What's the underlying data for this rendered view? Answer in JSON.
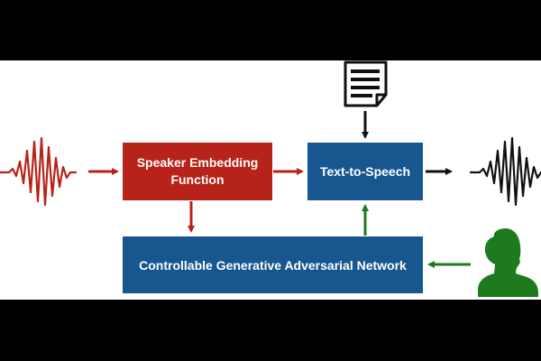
{
  "diagram": {
    "blocks": {
      "speaker_embedding": {
        "line1": "Speaker Embedding",
        "line2": "Function"
      },
      "tts": "Text-to-Speech",
      "cgan": "Controllable Generative Adversarial Network"
    },
    "colors": {
      "red": "#b72319",
      "blue": "#17568f",
      "green": "#1d7a1d",
      "black": "#111111"
    },
    "icons": [
      "input-waveform-icon",
      "text-document-icon",
      "output-waveform-icon",
      "user-head-icon"
    ]
  }
}
